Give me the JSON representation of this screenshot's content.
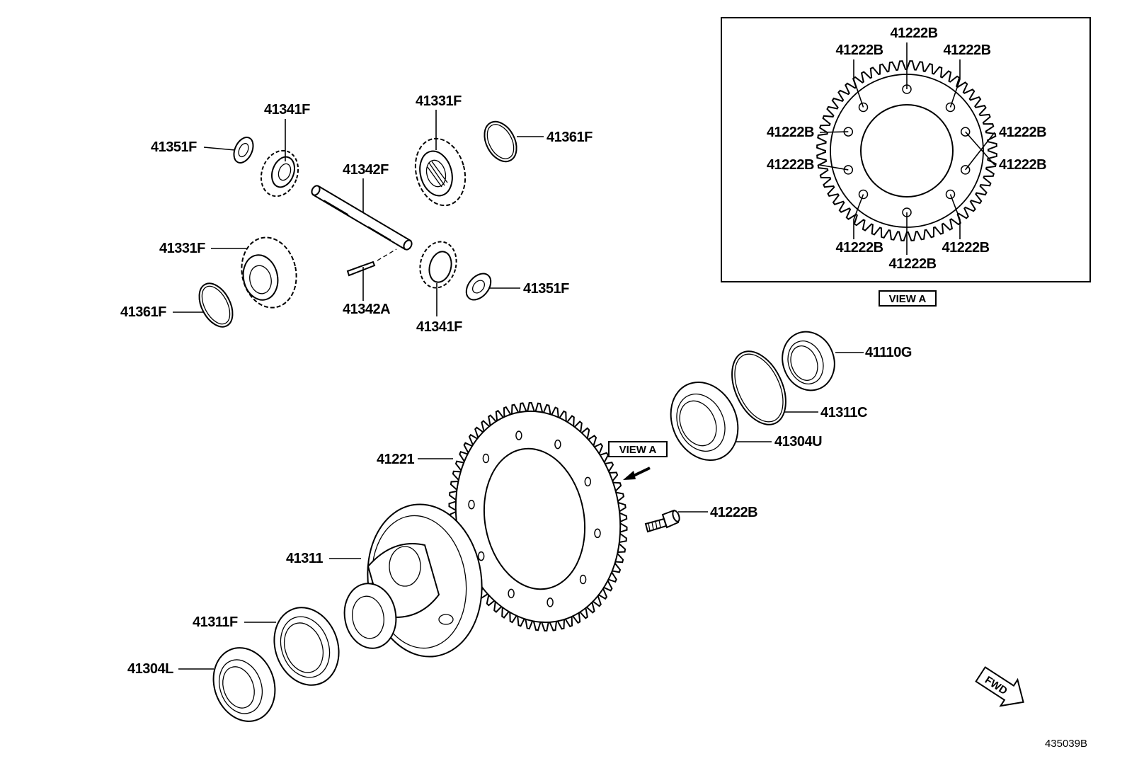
{
  "diagram": {
    "reference_code": "435039B",
    "view_a_label": "VIEW A",
    "fwd_label": "FWD",
    "callouts": {
      "c41341F_top": "41341F",
      "c41351F_left": "41351F",
      "c41331F_top": "41331F",
      "c41361F_top": "41361F",
      "c41342F": "41342F",
      "c41331F_left": "41331F",
      "c41361F_left": "41361F",
      "c41342A": "41342A",
      "c41341F_bottom": "41341F",
      "c41351F_right": "41351F",
      "c41110G": "41110G",
      "c41311C": "41311C",
      "c41304U": "41304U",
      "c41221": "41221",
      "c41222B_bolt": "41222B",
      "c41311": "41311",
      "c41311F": "41311F",
      "c41304L": "41304L"
    },
    "view_a_inset": {
      "bolt_labels": [
        "41222B",
        "41222B",
        "41222B",
        "41222B",
        "41222B",
        "41222B",
        "41222B",
        "41222B",
        "41222B",
        "41222B"
      ]
    }
  }
}
